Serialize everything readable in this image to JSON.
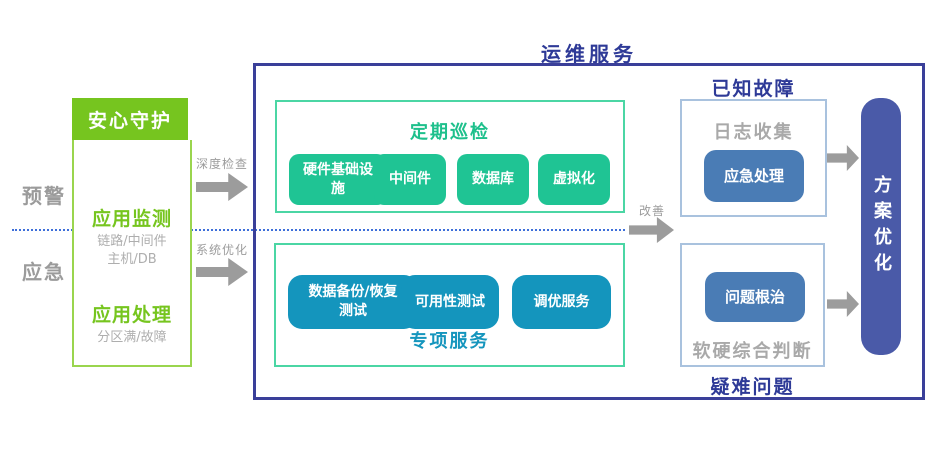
{
  "page": {
    "title": "运维服务"
  },
  "left_labels": {
    "warning": "预警",
    "emergency": "应急"
  },
  "guard_box": {
    "header": "安心守护",
    "monitor_title": "应用监测",
    "monitor_sub_line1": "链路/中间件",
    "monitor_sub_line2": "主机/DB",
    "handle_title": "应用处理",
    "handle_sub": "分区满/故障"
  },
  "flow_labels": {
    "deep_check": "深度检查",
    "system_optimize": "系统优化",
    "improve": "改善"
  },
  "inspection": {
    "title": "定期巡检",
    "items": [
      "硬件基础设施",
      "中间件",
      "数据库",
      "虚拟化"
    ]
  },
  "special_service": {
    "title": "专项服务",
    "items": [
      "数据备份/恢复测试",
      "可用性测试",
      "调优服务"
    ]
  },
  "known_fault": {
    "title": "已知故障",
    "label": "日志收集",
    "chip": "应急处理"
  },
  "difficult_issue": {
    "title": "疑难问题",
    "label": "软硬综合判断",
    "chip": "问题根治"
  },
  "solution_bar": {
    "text": "方案优化"
  },
  "colors": {
    "bright_green": "#76c51f",
    "light_green_border": "#9ad54e",
    "mint_border": "#4bd6a4",
    "teal_chip": "#1fc494",
    "green_title": "#1ec08c",
    "cyan_chip": "#1495bd",
    "dark_indigo": "#2e3a97",
    "big_box_border": "#3a3f99",
    "steel_chip": "#4a7cb5",
    "steel_border": "#a9c2de",
    "solution_bar_bg": "#4a5aa8",
    "gray_text": "#9c9c9c",
    "dashed_blue": "#3e6fd9"
  }
}
